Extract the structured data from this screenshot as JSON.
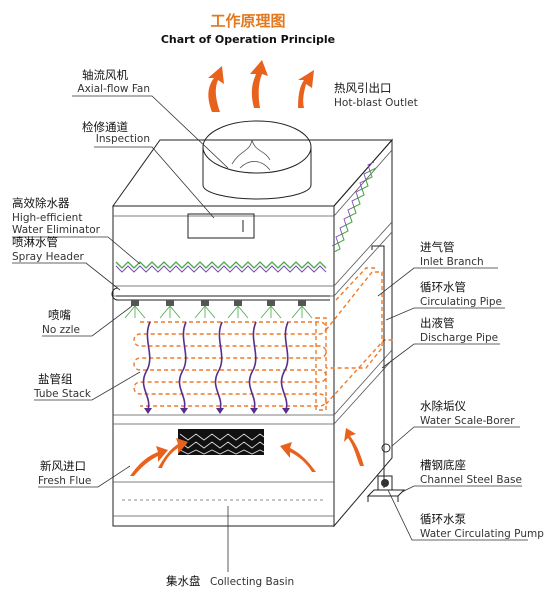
{
  "title": {
    "cn": "工作原理图",
    "en": "Chart of Operation Principle"
  },
  "labels": {
    "axial_fan": {
      "cn": "轴流风机",
      "en": "Axial-flow Fan"
    },
    "hot_blast_outlet": {
      "cn": "热风引出口",
      "en": "Hot-blast Outlet"
    },
    "inspection": {
      "cn": "检修通道",
      "en": "Inspection"
    },
    "water_eliminator": {
      "cn": "高效除水器",
      "en1": "High-efficient",
      "en2": "Water Eliminator"
    },
    "spray_header": {
      "cn": "喷淋水管",
      "en": "Spray Header"
    },
    "nozzle": {
      "cn": "喷嘴",
      "en": "No zzle"
    },
    "tube_stack": {
      "cn": "盐管组",
      "en": "Tube Stack"
    },
    "fresh_flue": {
      "cn": "新风进口",
      "en": "Fresh Flue"
    },
    "collecting_basin": {
      "cn": "集水盘",
      "en": "Collecting Basin"
    },
    "inlet_branch": {
      "cn": "进气管",
      "en": "Inlet Branch"
    },
    "circulating_pipe": {
      "cn": "循环水管",
      "en": "Circulating Pipe"
    },
    "discharge_pipe": {
      "cn": "出液管",
      "en": "Discharge Pipe"
    },
    "water_scale_borer": {
      "cn": "水除垢仪",
      "en": "Water Scale-Borer"
    },
    "channel_steel_base": {
      "cn": "槽钢底座",
      "en": "Channel Steel Base"
    },
    "water_circulating_pump": {
      "cn": "循环水泵",
      "en": "Water Circulating Pump"
    }
  },
  "colors": {
    "title": "#e0791f",
    "arrow": "#e8621e",
    "eliminator_green": "#4aa84a",
    "eliminator_purple": "#7a4fb0",
    "pipe_orange": "#f07a2a",
    "coil_purple": "#5a2d8c"
  }
}
